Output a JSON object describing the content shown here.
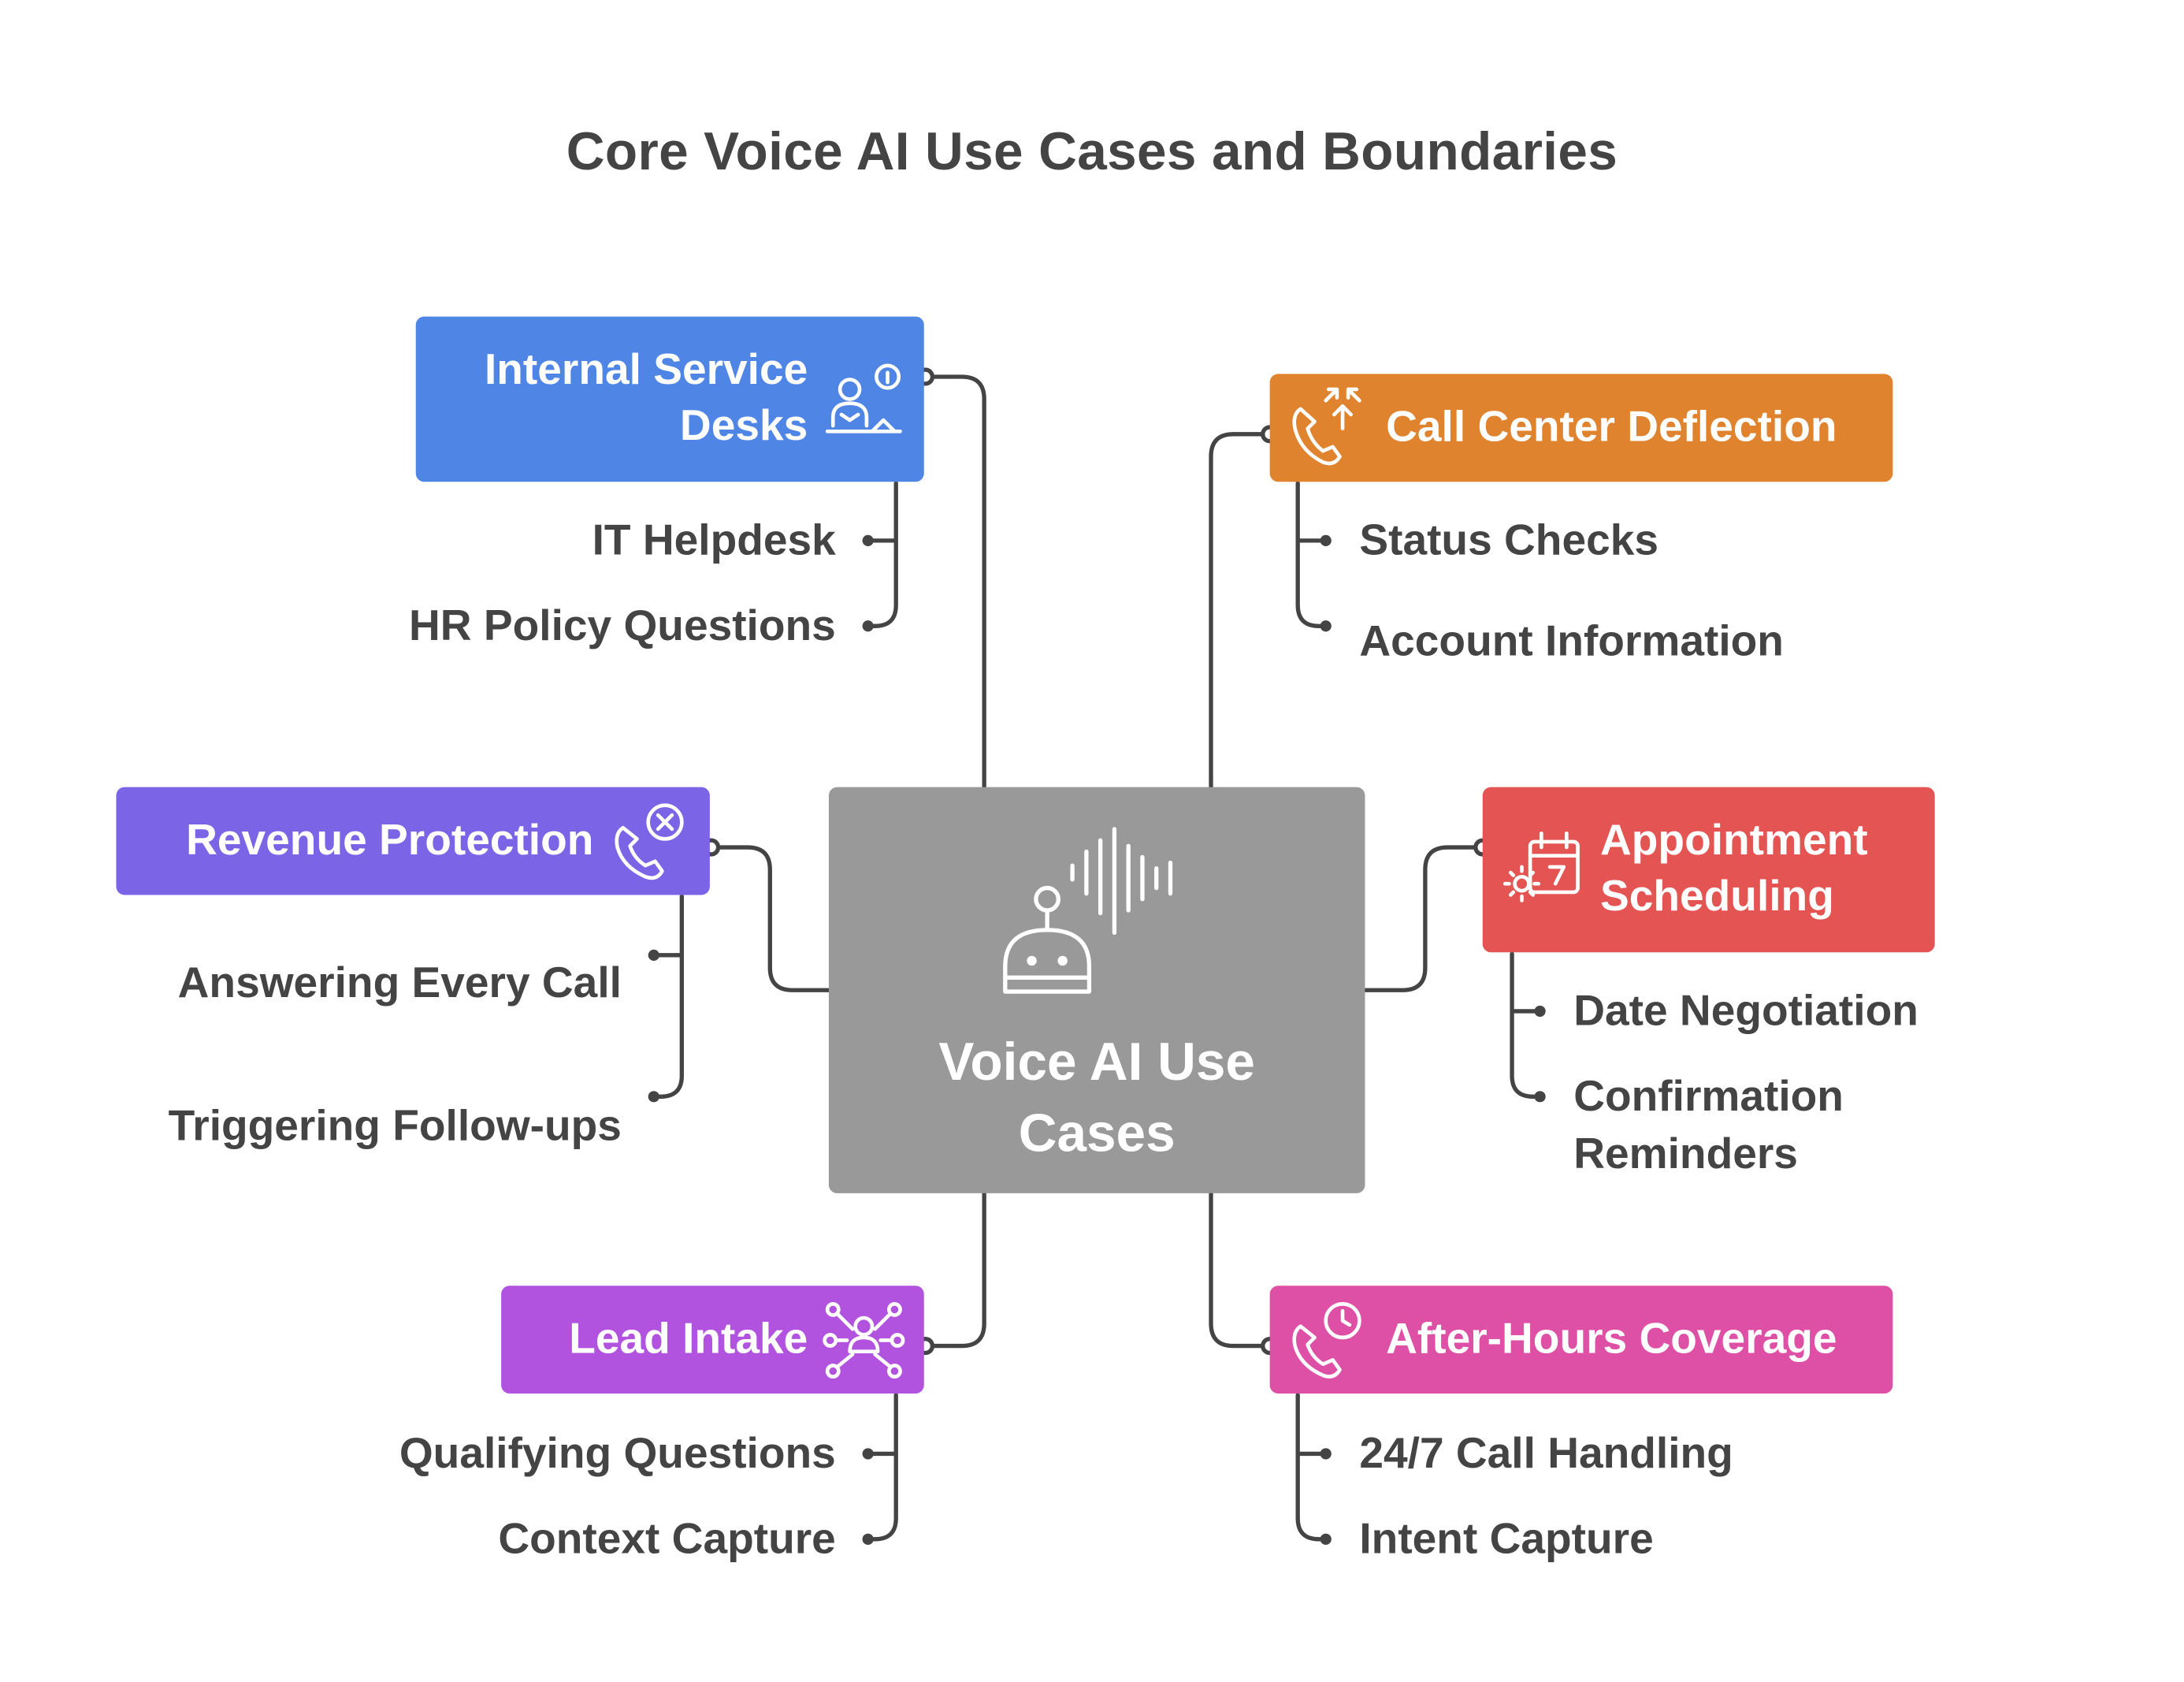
{
  "title": "Core Voice AI Use Cases and Boundaries",
  "center": {
    "label_line1": "Voice AI Use",
    "label_line2": "Cases",
    "icon": "voice-robot-icon"
  },
  "colors": {
    "internal": "#4F86E6",
    "callcenter": "#E0832F",
    "revenue": "#7B64E6",
    "appointment": "#E35452",
    "lead": "#B253E0",
    "afterhours": "#DE4FA6",
    "center": "#999999",
    "text": "#444444",
    "lines": "#444444"
  },
  "branches": {
    "internal": {
      "label_line1": "Internal Service",
      "label_line2": "Desks",
      "icon": "desk-agent-icon",
      "items": [
        "IT Helpdesk",
        "HR Policy Questions"
      ]
    },
    "callcenter": {
      "label": "Call Center Deflection",
      "icon": "phone-redirect-icon",
      "items": [
        "Status Checks",
        "Account Information"
      ]
    },
    "revenue": {
      "label": "Revenue Protection",
      "icon": "phone-missed-icon",
      "items": [
        "Answering Every Call",
        "Triggering Follow-ups"
      ]
    },
    "appointment": {
      "label_line1": "Appointment",
      "label_line2": "Scheduling",
      "icon": "calendar-gear-icon",
      "items": [
        "Date Negotiation",
        "Confirmation",
        "Reminders"
      ]
    },
    "lead": {
      "label": "Lead Intake",
      "icon": "network-people-icon",
      "items": [
        "Qualifying Questions",
        "Context Capture"
      ]
    },
    "afterhours": {
      "label": "After-Hours Coverage",
      "icon": "phone-clock-icon",
      "items": [
        "24/7 Call Handling",
        "Intent Capture"
      ]
    }
  }
}
